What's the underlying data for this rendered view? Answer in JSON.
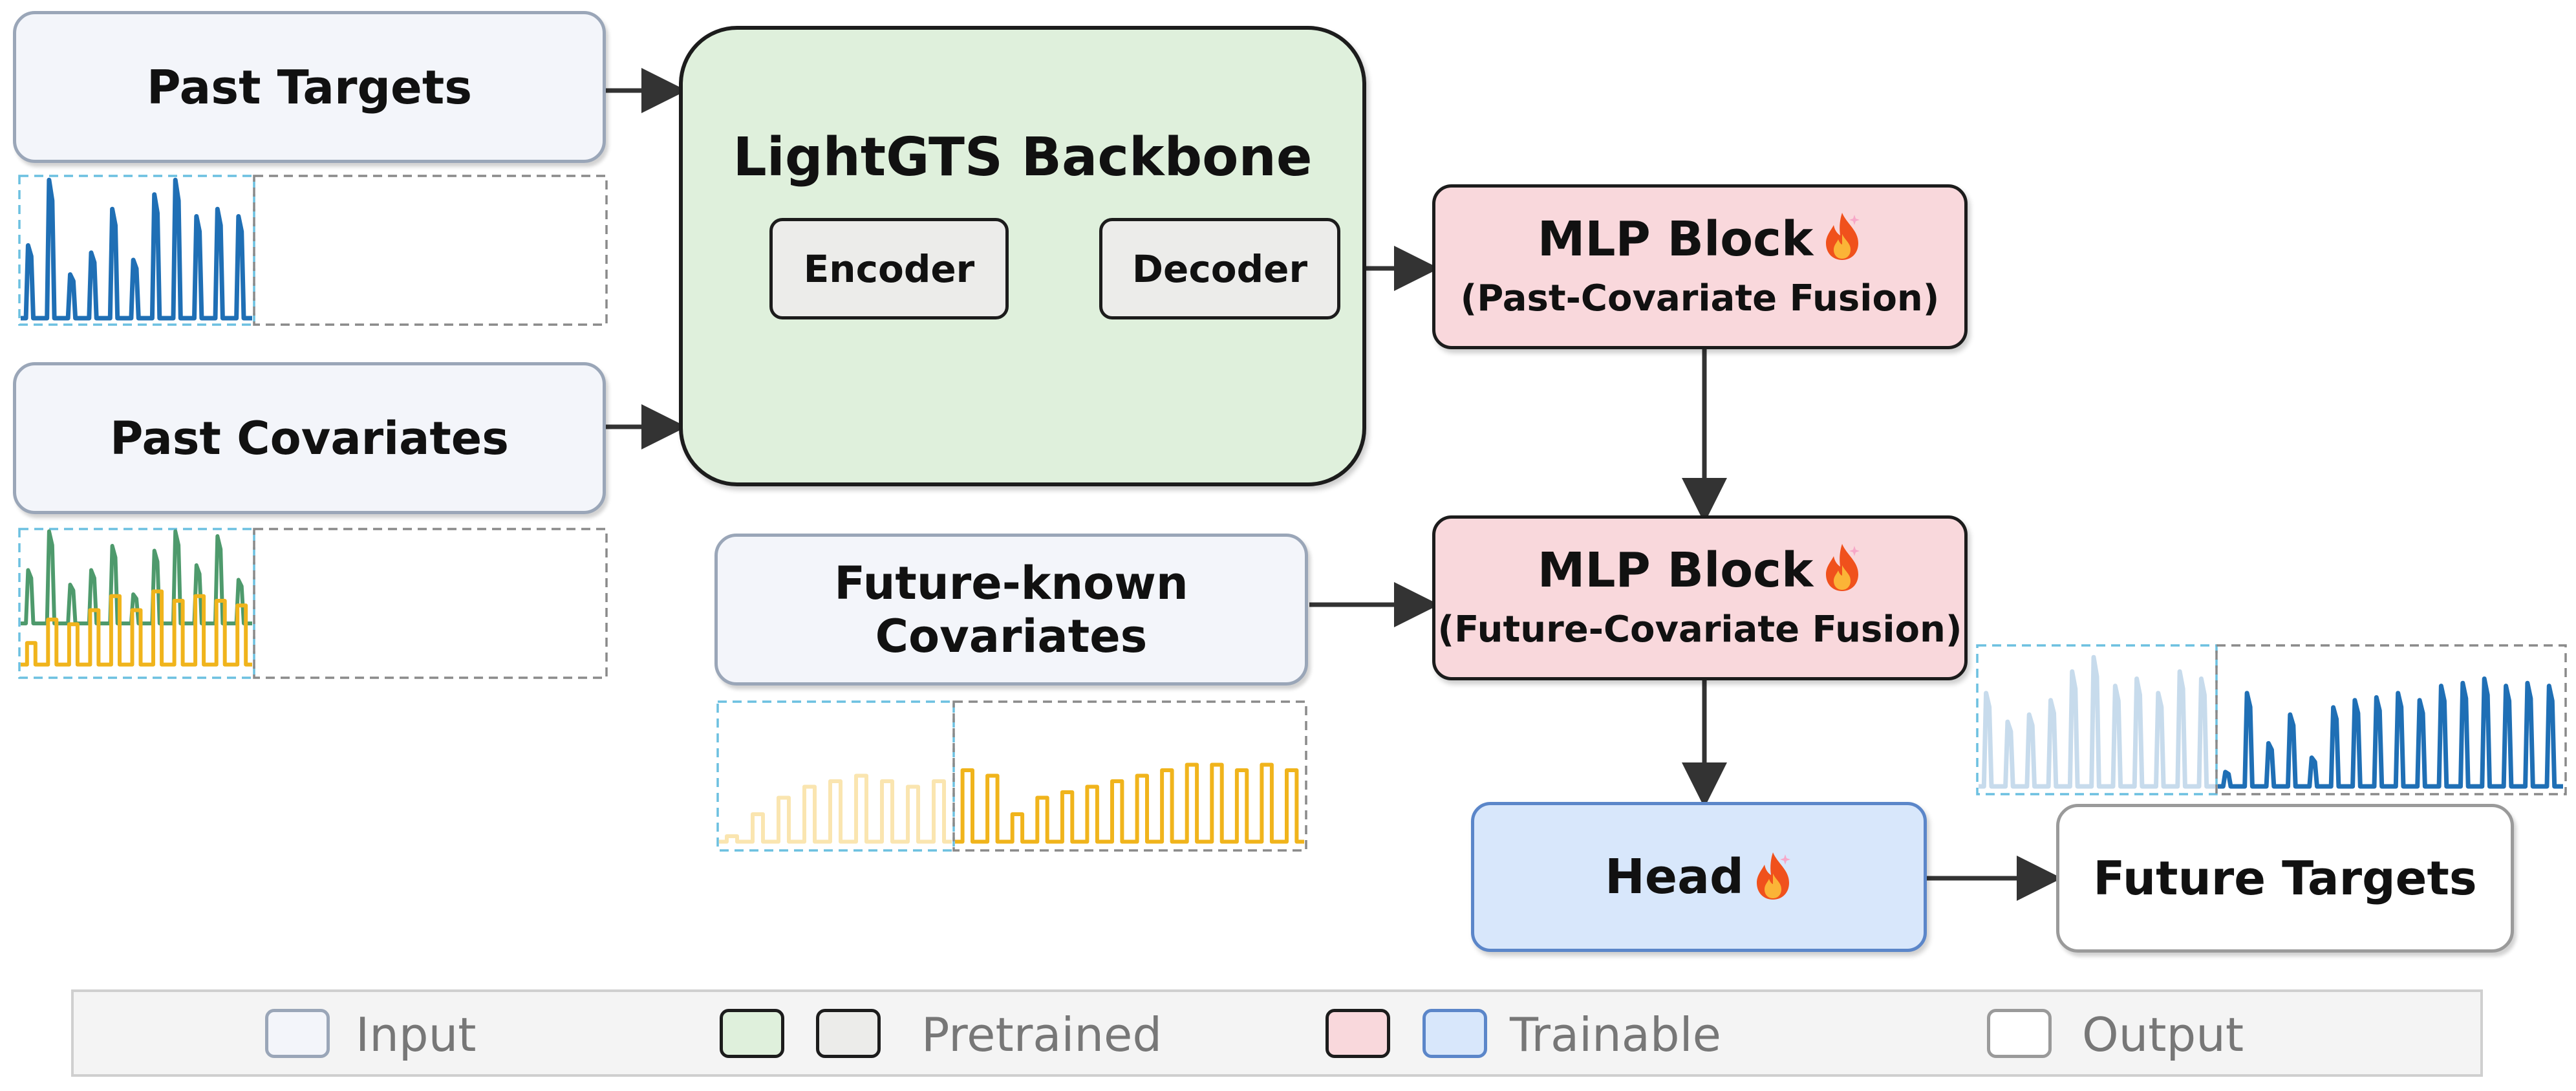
{
  "nodes": {
    "past_targets": "Past Targets",
    "past_covariates": "Past Covariates",
    "future_known_covariates": "Future-known Covariates",
    "backbone_title": "LightGTS Backbone",
    "encoder": "Encoder",
    "decoder": "Decoder",
    "mlp_block_1_title": "MLP Block",
    "mlp_block_1_subtitle": "(Past-Covariate Fusion)",
    "mlp_block_2_title": "MLP Block",
    "mlp_block_2_subtitle": "(Future-Covariate Fusion)",
    "head": "Head",
    "future_targets": "Future Targets"
  },
  "legend": {
    "input": "Input",
    "pretrained": "Pretrained",
    "trainable": "Trainable",
    "output": "Output"
  },
  "icons": {
    "trainable_marker": "fire-icon"
  },
  "colors": {
    "input_fill": "#f3f5fa",
    "pretrained_backbone_fill": "#dff0dc",
    "pretrained_inner_fill": "#ececea",
    "trainable_mlp_fill": "#f9d8dc",
    "trainable_head_fill": "#d8e7fb",
    "output_fill": "#ffffff",
    "target_series": "#1f6fb5",
    "covariate_green": "#4e9a6c",
    "covariate_yellow": "#f0b41c"
  }
}
